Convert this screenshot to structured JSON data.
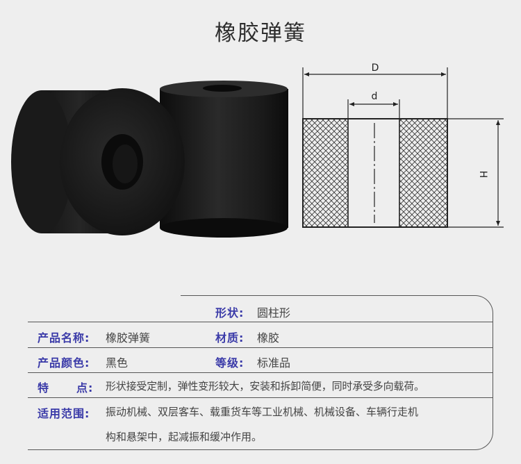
{
  "page": {
    "title": "橡胶弹簧"
  },
  "diagram": {
    "outer_label": "D",
    "inner_label": "d",
    "height_label": "H"
  },
  "specs": {
    "shape_label": "形状:",
    "shape_value": "圆柱形",
    "name_label": "产品名称:",
    "name_value": "橡胶弹簧",
    "material_label": "材质:",
    "material_value": "橡胶",
    "color_label": "产品颜色:",
    "color_value": "黑色",
    "grade_label": "等级:",
    "grade_value": "标准品",
    "feature_label_1": "特",
    "feature_label_2": "点:",
    "feature_value": "形状接受定制，弹性变形较大，安装和拆卸简便，同时承受多向载荷。",
    "usage_label": "适用范围:",
    "usage_value_line1": "振动机械、双层客车、载重货车等工业机械、机械设备、车辆行走机",
    "usage_value_line2": "构和悬架中，起减振和缓冲作用。"
  },
  "colors": {
    "background": "#eeeeee",
    "label": "#3a3aa8",
    "text": "#444444",
    "rubber": "#1c1c1c"
  }
}
